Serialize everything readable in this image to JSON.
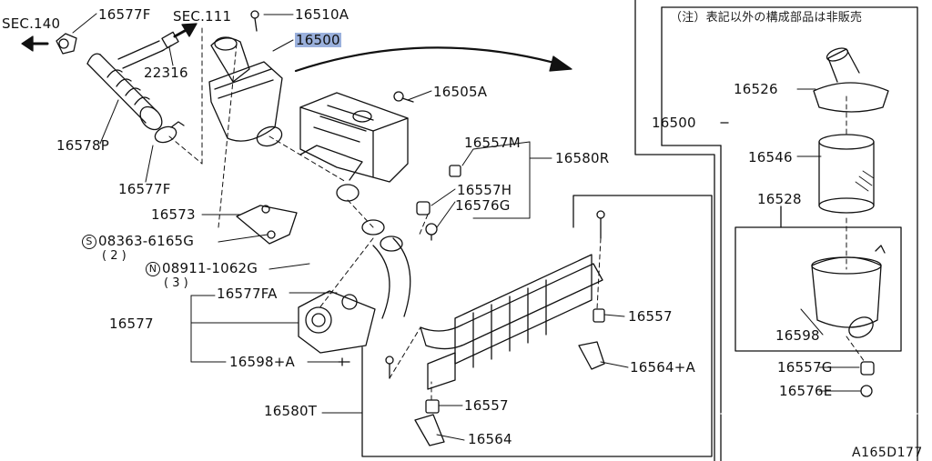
{
  "labels": {
    "sec140": "SEC.140",
    "sec111": "SEC.111",
    "p16577F_top": "16577F",
    "p16510A": "16510A",
    "p16500_main": "16500",
    "p22316": "22316",
    "p16578P": "16578P",
    "p16577F_bot": "16577F",
    "p16505A": "16505A",
    "p16557M": "16557M",
    "p16580R": "16580R",
    "p16557H": "16557H",
    "p16576G": "16576G",
    "p16573": "16573",
    "bolt_08363": "08363-6165G",
    "bolt_08363_qty": "( 2 )",
    "nut_08911": "08911-1062G",
    "nut_08911_qty": "( 3 )",
    "p16577FA": "16577FA",
    "p16577": "16577",
    "p16598A": "16598+A",
    "p16557_right": "16557",
    "p16564A": "16564+A",
    "p16580T": "16580T",
    "p16557_bottom": "16557",
    "p16564": "16564",
    "inset_16500": "16500",
    "inset_16526": "16526",
    "inset_16546": "16546",
    "inset_16528": "16528",
    "inset_16598": "16598",
    "inset_16557G": "16557G",
    "inset_16576E": "16576E",
    "symbol_s": "S",
    "symbol_n": "N"
  },
  "note": "（注）表記以外の構成部品は非販売",
  "reference_code": "A165D177",
  "highlight_color": "#9ab0dc"
}
